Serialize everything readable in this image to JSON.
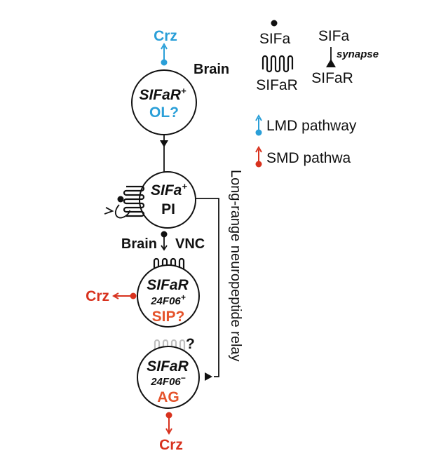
{
  "colors": {
    "blue": "#2a9fd8",
    "red": "#d8321e",
    "orange": "#e5532b",
    "black": "#111111",
    "gray": "#bfbfbf"
  },
  "top_output": {
    "label": "Crz"
  },
  "brain_label": "Brain",
  "neuron_ol": {
    "line1": "SIFaR",
    "line1_sup": "+",
    "line2": "OL?"
  },
  "neuron_pi": {
    "line1": "SIFa",
    "line1_sup": "+",
    "line2": "PI"
  },
  "boundary": {
    "left": "Brain",
    "right": "VNC"
  },
  "neuron_sip": {
    "line1": "SIFaR",
    "line2": "24F06",
    "line2_sup": "+",
    "line3": "SIP?"
  },
  "sip_output": {
    "label": "Crz"
  },
  "neuron_ag": {
    "question": "?",
    "line1": "SIFaR",
    "line2": "24F06",
    "line2_sup": "−",
    "line3": "AG"
  },
  "bottom_output": {
    "label": "Crz"
  },
  "relay_label": "Long-range neuropeptide relay",
  "legend": {
    "peptide_label": "SIFa",
    "receptor_label": "SIFaR",
    "synapse_pre": "SIFa",
    "synapse_word": "synapse",
    "synapse_post": "SIFaR",
    "lmd": "LMD pathway",
    "smd": "SMD pathwa"
  }
}
